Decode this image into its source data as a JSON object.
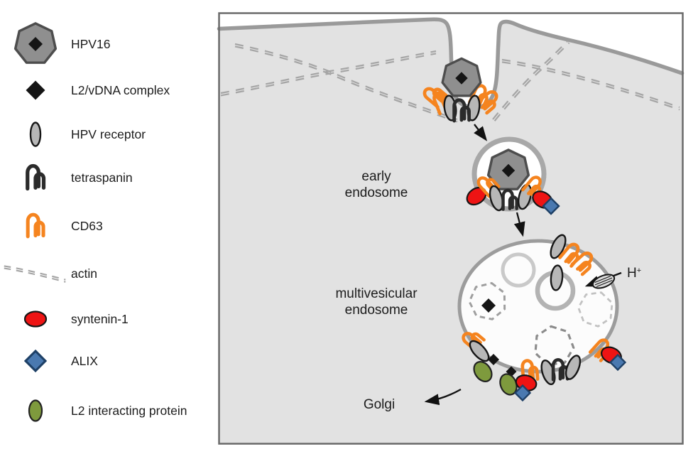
{
  "legend": {
    "items": [
      {
        "id": "hpv16",
        "label": "HPV16"
      },
      {
        "id": "l2-vdna-complex",
        "label": "L2/vDNA complex"
      },
      {
        "id": "hpv-receptor",
        "label": "HPV receptor"
      },
      {
        "id": "tetraspanin",
        "label": "tetraspanin"
      },
      {
        "id": "cd63",
        "label": "CD63"
      },
      {
        "id": "actin",
        "label": "actin"
      },
      {
        "id": "syntenin-1",
        "label": "syntenin-1"
      },
      {
        "id": "alix",
        "label": "ALIX"
      },
      {
        "id": "l2-interacting-protein",
        "label": "L2 interacting protein"
      }
    ]
  },
  "diagram": {
    "labels": {
      "early_endosome_line1": "early",
      "early_endosome_line2": "endosome",
      "multivesicular_line1": "multivesicular",
      "multivesicular_line2": "endosome",
      "golgi": "Golgi",
      "proton": "H",
      "proton_superscript": "+"
    },
    "colors": {
      "cell_fill": "#e2e2e2",
      "membrane": "#9a9a9a",
      "frame": "#6a6a6a",
      "capsid_fill": "#8f8f8f",
      "capsid_stroke": "#4d4d4d",
      "vdna": "#151515",
      "cd63": "#f5841f",
      "tetraspanin": "#2b2b2b",
      "receptor_fill": "#b7b7b7",
      "syntenin1": "#ee1414",
      "alix": "#4a79b0",
      "l2_interacting_protein": "#7e9a3d",
      "actin": "#a5a5a5",
      "early_endosome_ring": "#a8a8a8"
    }
  }
}
